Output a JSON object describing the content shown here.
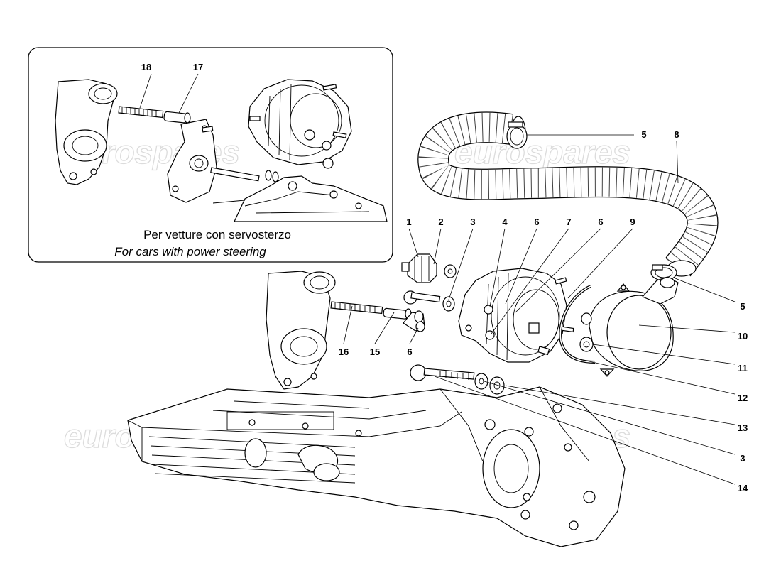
{
  "watermark": "eurospares",
  "inset": {
    "caption_it": "Per vetture con servosterzo",
    "caption_en": "For cars with power steering",
    "callouts": [
      "18",
      "17"
    ]
  },
  "callouts": [
    "5",
    "8",
    "1",
    "2",
    "3",
    "4",
    "6",
    "7",
    "6",
    "9",
    "5",
    "10",
    "11",
    "12",
    "13",
    "3",
    "14",
    "16",
    "15",
    "6"
  ]
}
